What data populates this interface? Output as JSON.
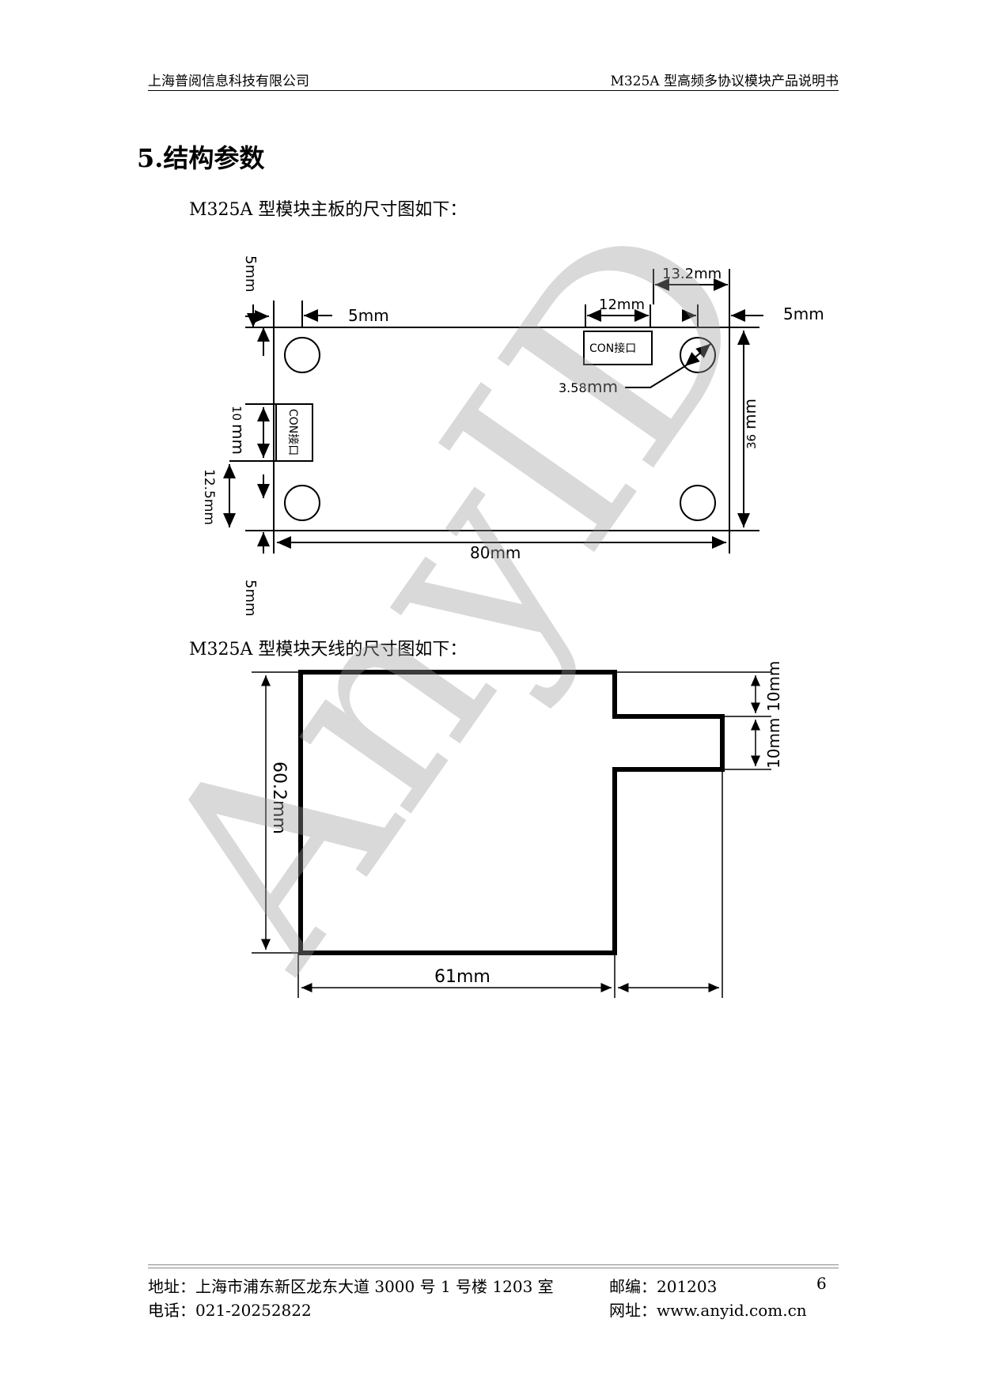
{
  "header": {
    "company": "上海普阅信息科技有限公司",
    "doc_title": "M325A 型高频多协议模块产品说明书"
  },
  "section_title": "5.结构参数",
  "board_caption": "M325A 型模块主板的尺寸图如下：",
  "antenna_caption": "M325A 型模块天线的尺寸图如下：",
  "board_diagram": {
    "top_margin": "5mm",
    "left_hole_offset": "5mm",
    "con_width": "12mm",
    "con_offset": "13.2mm",
    "right_margin": "5mm",
    "con_top_label": "CON接口",
    "con_left_label": "CON接口",
    "hole_diameter": "3.58",
    "hole_diameter_unit": "mm",
    "left_10": "10",
    "left_10_unit": "mm",
    "left_12_5": "12.5mm",
    "bottom_margin": "5mm",
    "width": "80mm",
    "height_num": "36",
    "height_unit": "mm"
  },
  "antenna_diagram": {
    "height": "60.2mm",
    "width": "61mm",
    "tab_top": "10mm",
    "tab_height": "10mm"
  },
  "watermark": "AnyID",
  "footer": {
    "address": "地址：上海市浦东新区龙东大道 3000 号 1 号楼 1203  室",
    "phone": "电话：021-20252822",
    "zip": "邮编：201203",
    "website": "网址：www.anyid.com.cn",
    "page": "6"
  }
}
